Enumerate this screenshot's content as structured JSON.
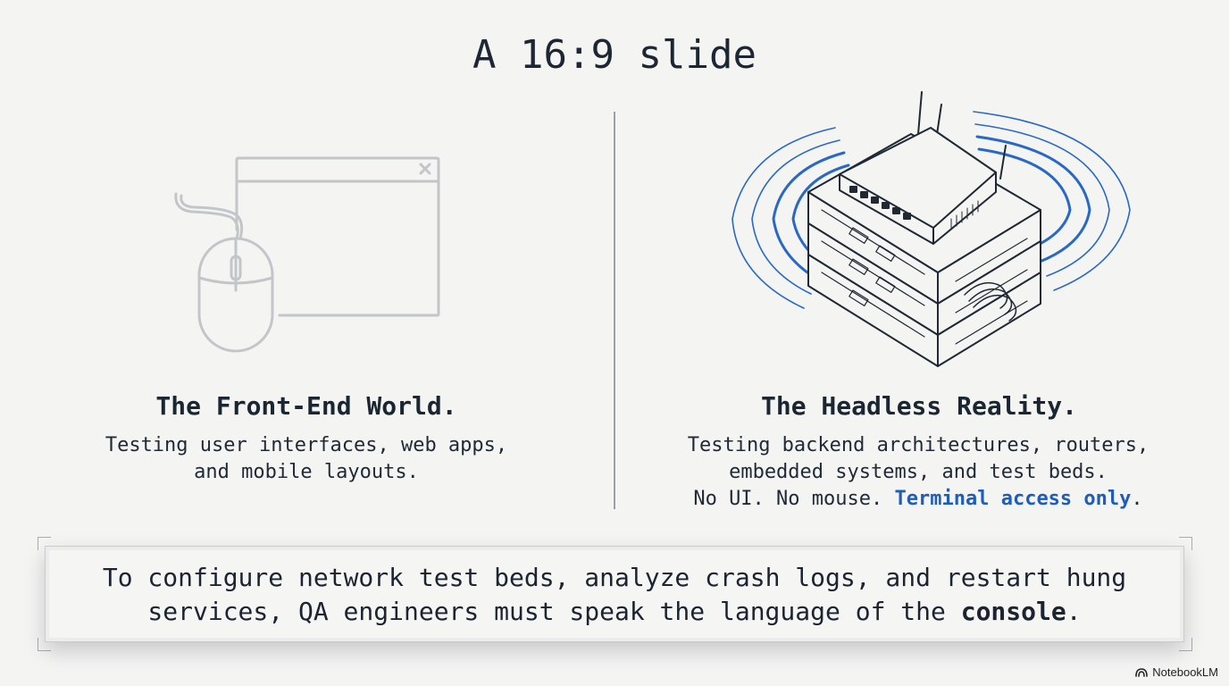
{
  "slide": {
    "title": "A 16:9 slide"
  },
  "frontend": {
    "heading": "The Front-End World.",
    "line1": "Testing user interfaces, web apps,",
    "line2": "and mobile layouts."
  },
  "headless": {
    "heading": "The Headless Reality.",
    "line1": "Testing backend architectures, routers,",
    "line2": "embedded systems, and test beds.",
    "line3_plain": "No UI. No mouse. ",
    "line3_highlight": "Terminal access only",
    "line3_end": "."
  },
  "callout": {
    "line1": "To configure network test beds, analyze crash logs, and restart hung",
    "line2_plain": "services, QA engineers must speak the language of the ",
    "line2_bold": "console",
    "line2_end": "."
  },
  "watermark": {
    "label": "NotebookLM",
    "icon": "notebooklm-logo-icon"
  },
  "colors": {
    "background": "#f4f4f3",
    "text": "#1b2430",
    "accent_blue": "#1f5db8",
    "line_gray": "#b5b9bd"
  },
  "icons": [
    "browser-window-icon",
    "computer-mouse-icon",
    "router-icon",
    "server-rack-icon",
    "wireless-signal-icon"
  ]
}
